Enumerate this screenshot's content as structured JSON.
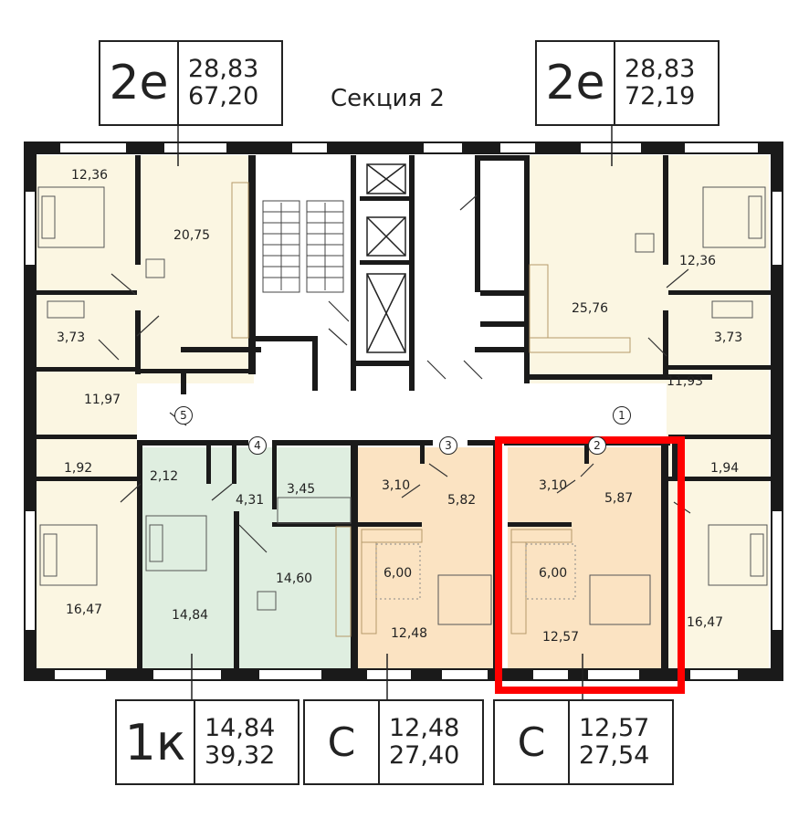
{
  "section_title": "Секция 2",
  "highlight_color": "#ff0000",
  "cards": {
    "top_left": {
      "type": "2е",
      "living": "28,83",
      "total": "67,20"
    },
    "top_right": {
      "type": "2е",
      "living": "28,83",
      "total": "72,19"
    },
    "bottom_1": {
      "type": "1к",
      "living": "14,84",
      "total": "39,32"
    },
    "bottom_2": {
      "type": "С",
      "living": "12,48",
      "total": "27,40"
    },
    "bottom_3": {
      "type": "С",
      "living": "12,57",
      "total": "27,54"
    }
  },
  "apartment_numbers": [
    "5",
    "4",
    "3",
    "2",
    "1"
  ],
  "rooms": {
    "a5": [
      "12,36",
      "20,75",
      "3,73",
      "11,97",
      "1,92",
      "16,47"
    ],
    "a4": [
      "2,12",
      "4,31",
      "3,45",
      "14,60",
      "14,84"
    ],
    "a3": [
      "3,10",
      "5,82",
      "6,00",
      "12,48"
    ],
    "a2": [
      "3,10",
      "5,87",
      "6,00",
      "12,57"
    ],
    "a1": [
      "25,76",
      "12,36",
      "3,73",
      "11,93",
      "1,94",
      "16,47"
    ]
  },
  "colors": {
    "wall": "#1a1a1a",
    "apt_yellow": "#fbf6e2",
    "apt_green": "#dfeee0",
    "apt_orange": "#fbe3c2",
    "kitchen_line": "#b59a6a"
  }
}
